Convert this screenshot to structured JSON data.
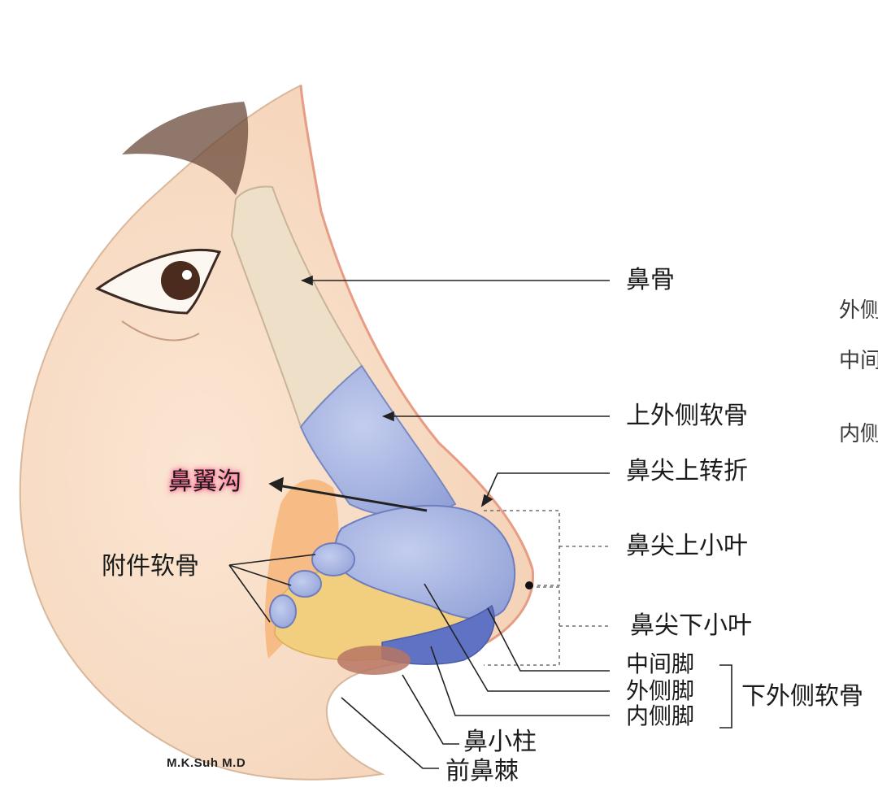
{
  "labels": {
    "nasal_bone": "鼻骨",
    "upper_lateral_cartilage": "上外侧软骨",
    "supratip_break": "鼻尖上转折",
    "alar_groove": "鼻翼沟",
    "upper_tip_lobule": "鼻尖上小叶",
    "accessory_cartilage": "附件软骨",
    "lower_tip_lobule": "鼻尖下小叶",
    "intermediate_crus": "中间脚",
    "lateral_crus": "外侧脚",
    "medial_crus": "内侧脚",
    "lower_lateral_cartilage": "下外侧软骨",
    "columella": "鼻小柱",
    "anterior_nasal_spine": "前鼻棘"
  },
  "side_labels": {
    "lateral": "外侧",
    "intermediate": "中间",
    "medial": "内侧"
  },
  "credit": "M.K.Suh  M.D",
  "colors": {
    "skin": "#f7dcc4",
    "bone": "#eedfc8",
    "cartilage": "#a9b7e2",
    "fat": "#f2cf7e",
    "highlight": "#ff5c8a"
  }
}
